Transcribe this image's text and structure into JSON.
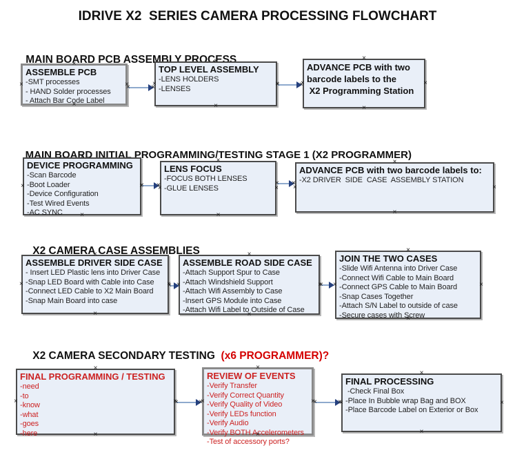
{
  "title": "IDRIVE X2  SERIES CAMERA PROCESSING FLOWCHART",
  "colors": {
    "box_fill": "#E9EFF8",
    "box_border": "#4A4A4A",
    "red_text": "#CC2222",
    "heading_red": "#D40000",
    "connector_line": "#8EA9CD",
    "connector_arrow": "#26417E"
  },
  "sections": [
    {
      "heading": "MAIN BOARD PCB ASSEMBLY PROCESS",
      "heading_red": "",
      "boxes": [
        {
          "title": "ASSEMBLE PCB",
          "lines": [
            "-SMT processes",
            "- HAND Solder processes",
            "- Attach Bar Code Label"
          ]
        },
        {
          "title": "TOP LEVEL ASSEMBLY",
          "lines": [
            "-LENS HOLDERS",
            "-LENSES"
          ]
        },
        {
          "title": "",
          "lines": [
            "ADVANCE PCB with two",
            "barcode labels to the",
            " X2 Programming Station"
          ]
        }
      ]
    },
    {
      "heading": "MAIN BOARD INITIAL PROGRAMMING/TESTING STAGE 1 (X2 PROGRAMMER)",
      "heading_red": "",
      "boxes": [
        {
          "title": "DEVICE PROGRAMMING",
          "lines": [
            "-Scan Barcode",
            "-Boot Loader",
            "-Device Configuration",
            "-Test Wired Events",
            "-AC SYNC"
          ]
        },
        {
          "title": "LENS FOCUS",
          "lines": [
            "-FOCUS BOTH LENSES",
            "-GLUE LENSES"
          ]
        },
        {
          "title": "ADVANCE PCB with two barcode labels to:",
          "lines": [
            "-X2 DRIVER  SIDE  CASE  ASSEMBLY STATION"
          ]
        }
      ]
    },
    {
      "heading": "X2 CAMERA CASE ASSEMBLIES",
      "heading_red": "",
      "boxes": [
        {
          "title": "ASSEMBLE DRIVER SIDE CASE",
          "lines": [
            "- Insert LED Plastic lens into Driver Case",
            "-Snap LED Board with Cable into Case",
            "-Connect LED Cable to X2 Main Board",
            "-Snap Main Board into case"
          ]
        },
        {
          "title": "ASSEMBLE ROAD SIDE CASE",
          "lines": [
            "-Attach Support Spur to Case",
            "-Attach Windshield Support",
            "-Attach Wifi Assembly to Case",
            "-Insert GPS Module into Case",
            "-Attach Wifi Label to Outside of Case"
          ]
        },
        {
          "title": "JOIN THE TWO CASES",
          "lines": [
            "-Slide Wifi Antenna into Driver Case",
            "-Connect Wifi Cable to Main Board",
            "-Connect GPS Cable to Main Board",
            "-Snap Cases Together",
            "-Attach S/N Label to outside of case",
            "-Secure cases with Screw"
          ]
        }
      ]
    },
    {
      "heading": "X2 CAMERA SECONDARY TESTING",
      "heading_red": "  (x6 PROGRAMMER)?",
      "boxes": [
        {
          "title": "FINAL PROGRAMMING / TESTING",
          "lines": [
            "-need",
            "-to",
            "-know",
            "-what",
            "-goes",
            "-here"
          ]
        },
        {
          "title": "REVIEW OF EVENTS",
          "lines": [
            "-Verify Transfer",
            "-Verify Correct Quantity",
            "-Verify Quality of Video",
            "-Verify LEDs function",
            "-Verify Audio",
            "-Verify BOTH Accelerometers",
            "-Test of accessory ports?"
          ]
        },
        {
          "title": "FINAL PROCESSING",
          "lines": [
            " -Check Final Box",
            "-Place In Bubble wrap Bag and BOX",
            "-Place Barcode Label on Exterior or Box"
          ]
        }
      ]
    }
  ]
}
